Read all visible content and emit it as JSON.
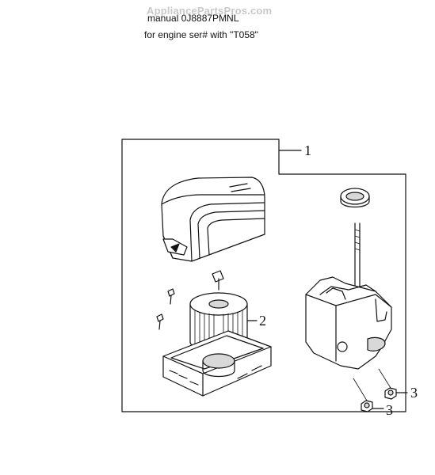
{
  "header": {
    "watermark": "AppliancePartsPros.com",
    "line1": "manual 0J8887PMNL",
    "line2": "for engine ser# with \"T058\""
  },
  "callouts": {
    "assembly": "1",
    "filter": "2",
    "nut_a": "3",
    "nut_b": "3"
  },
  "colors": {
    "line": "#111111",
    "fill": "#ffffff",
    "shade": "#d8d8d8",
    "watermark": "#c9c9c9"
  },
  "parts": [
    "air-cleaner-cover",
    "filter-element",
    "air-cleaner-base",
    "air-cleaner-case",
    "gasket",
    "stud",
    "nut",
    "screw",
    "clip"
  ]
}
